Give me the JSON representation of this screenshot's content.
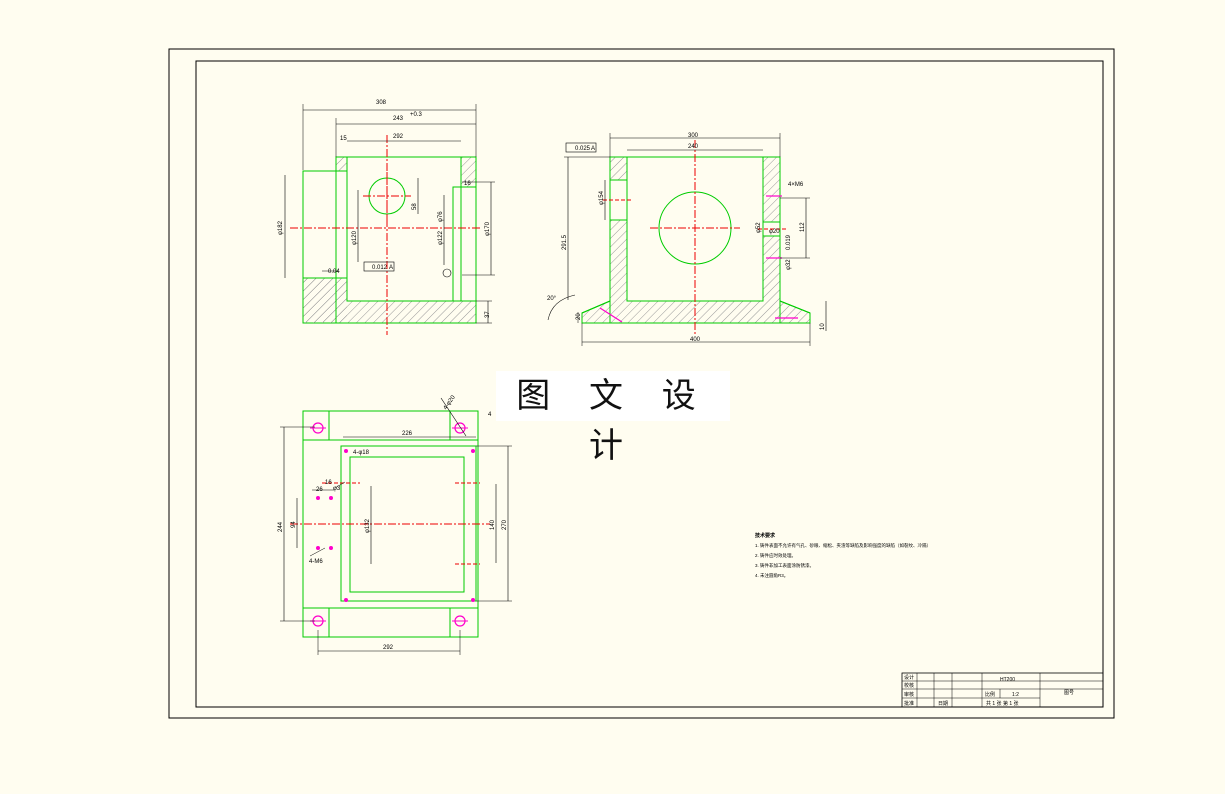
{
  "watermark": "图 文 设 计",
  "notes": {
    "title": "技术要求",
    "items": [
      "1. 铸件表面不允许有气孔、砂眼、缩松、夹渣等缺陷及影响强度的缺陷（如裂纹、冷隔）",
      "2. 铸件应时效处理。",
      "3. 铸件非加工表面涂防锈漆。",
      "4. 未注圆角R3。"
    ]
  },
  "title_block": {
    "material": "HT200",
    "scale": "1:2",
    "sheet": "共 1 张  第 1 张",
    "labels": [
      "设计",
      "校核",
      "审核",
      "批准"
    ],
    "scale_label": "比例",
    "date_label": "日期",
    "company": "图号"
  },
  "views": {
    "front_section": {
      "dims": [
        "308",
        "243",
        "+0.3",
        "0",
        "292",
        "15",
        "φ182",
        "φ120",
        "φ170",
        "58",
        "φ122",
        "φ76",
        "37",
        "16",
        "0.04",
        "0.012",
        "A"
      ]
    },
    "side_section": {
      "dims": [
        "300",
        "240",
        "0.025",
        "A",
        "φ154",
        "φ52",
        "291.5",
        "20°",
        "20",
        "400",
        "10",
        "112",
        "φ20",
        "4×M6",
        "φ32",
        "0.019"
      ]
    },
    "top_view": {
      "dims": [
        "226",
        "4-φ18",
        "16",
        "26",
        "φ3",
        "94",
        "244",
        "φ132",
        "140",
        "270",
        "292",
        "4-M6",
        "4",
        "4-φ20"
      ]
    }
  }
}
